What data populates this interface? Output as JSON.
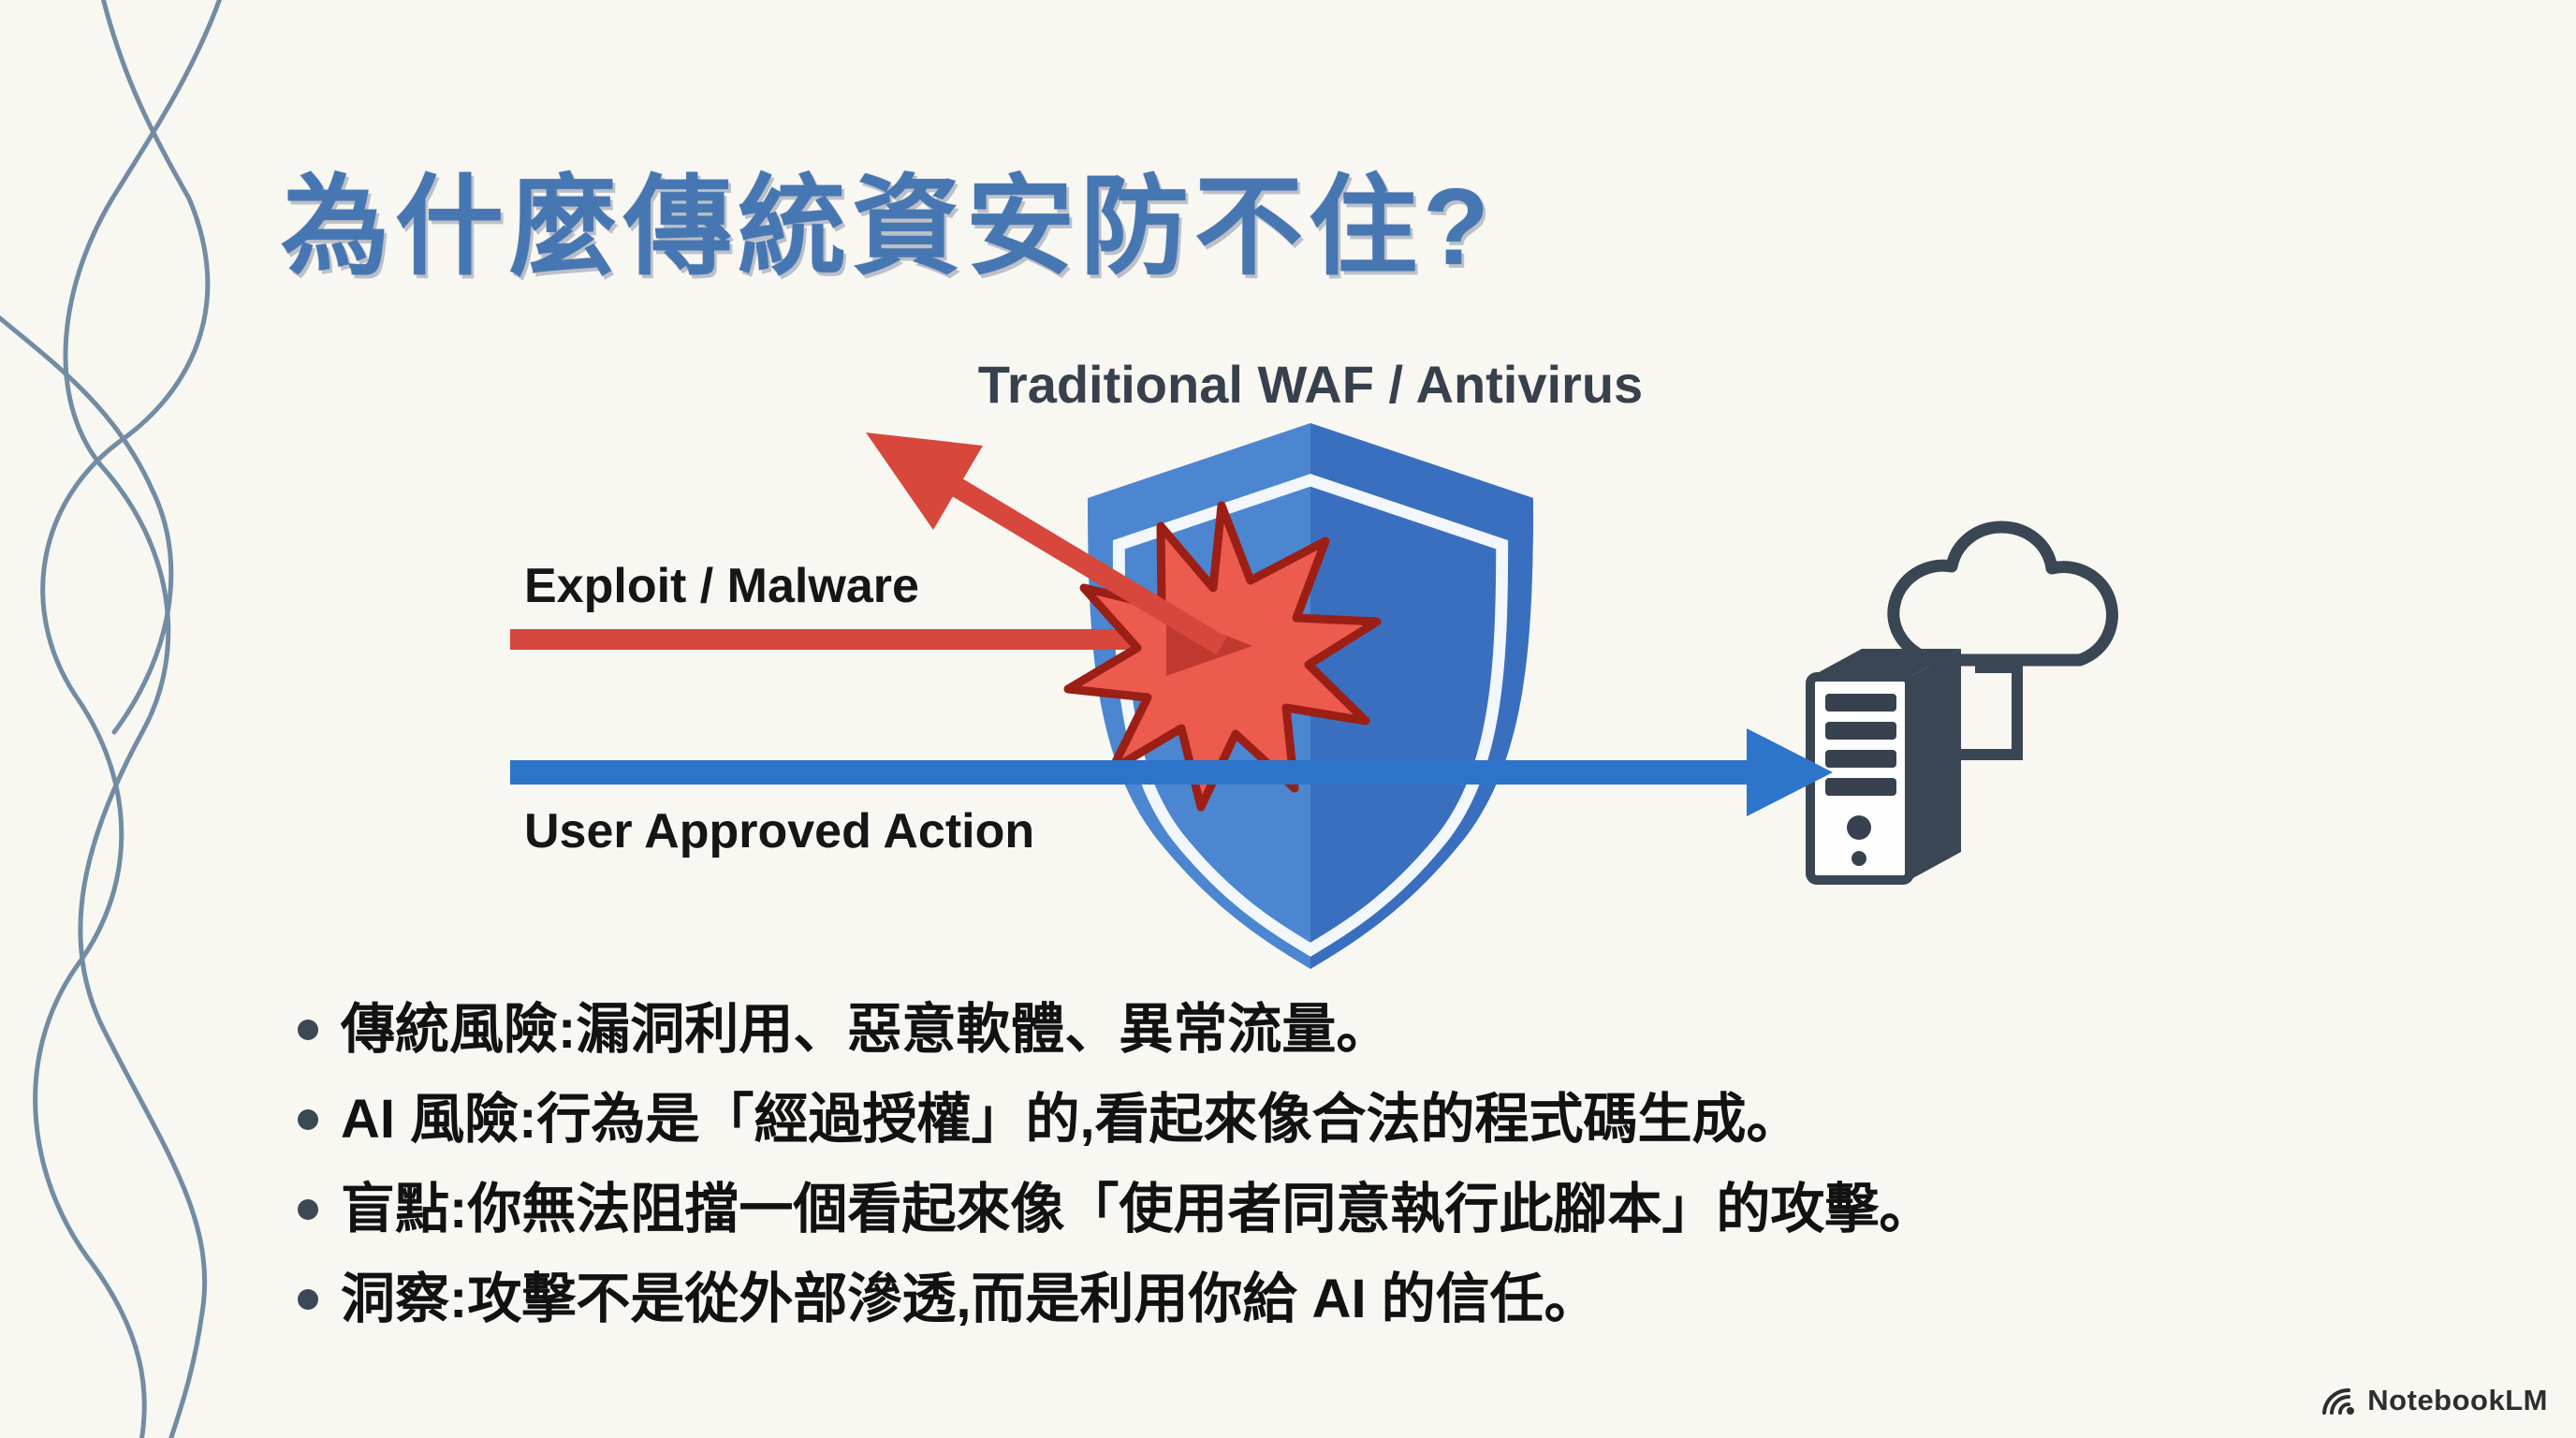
{
  "slide": {
    "title": "為什麼傳統資安防不住?",
    "diagram": {
      "shield_label": "Traditional WAF / Antivirus",
      "blocked_flow_label": "Exploit / Malware",
      "allowed_flow_label": "User Approved Action"
    },
    "bullets": [
      {
        "term": "傳統風險:",
        "text": "漏洞利用、惡意軟體、異常流量。"
      },
      {
        "term": "AI 風險:",
        "text": "行為是「經過授權」的,看起來像合法的程式碼生成。"
      },
      {
        "term": "盲點:",
        "text": "你無法阻擋一個看起來像「使用者同意執行此腳本」的攻擊。"
      },
      {
        "term": "洞察:",
        "text": "攻擊不是從外部滲透,而是利用你給 AI 的信任。"
      }
    ],
    "watermark": "NotebookLM",
    "colors": {
      "background": "#f8f7f2",
      "title_blue": "#4677b3",
      "label_dark": "#37414d",
      "attack_red": "#d7473c",
      "burst_red": "#ed5a4e",
      "burst_outline": "#9c1f16",
      "allowed_blue": "#2d74cb",
      "shield_light": "#4c86d0",
      "shield_dark": "#3a6fc0",
      "server_slate": "#3a4654",
      "curve_slate": "#5a7a96"
    }
  }
}
